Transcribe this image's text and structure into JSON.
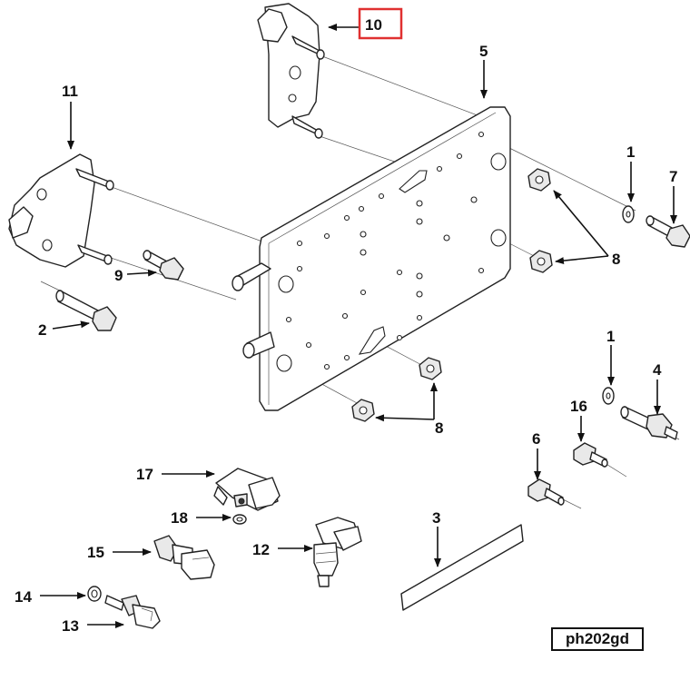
{
  "diagram": {
    "reference_code": "ph202gd",
    "highlighted_callout": "10",
    "highlight_color": "#e03030",
    "callouts": {
      "c1a": "1",
      "c1b": "1",
      "c2": "2",
      "c3": "3",
      "c4": "4",
      "c5": "5",
      "c6": "6",
      "c7": "7",
      "c8a": "8",
      "c8b": "8",
      "c9": "9",
      "c10": "10",
      "c11": "11",
      "c12": "12",
      "c13": "13",
      "c14": "14",
      "c15": "15",
      "c16": "16",
      "c17": "17",
      "c18": "18"
    }
  }
}
